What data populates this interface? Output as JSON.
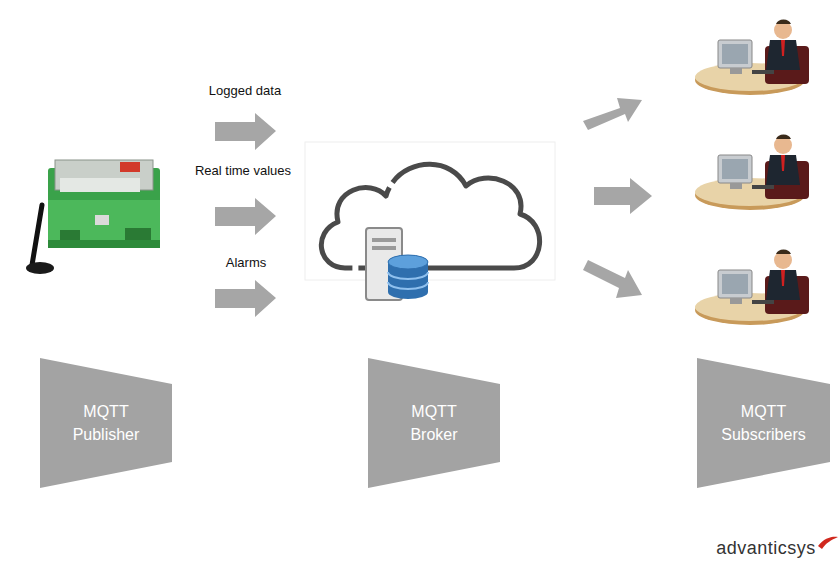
{
  "diagram": {
    "nodes": [
      {
        "text": [
          "MQTT Publisher"
        ]
      },
      {
        "text": [
          "MQTT Broker"
        ]
      },
      {
        "text": [
          "MQTT Subscribers"
        ]
      }
    ],
    "labels": [
      "Logged data",
      "Real time values",
      "Alarms",
      "advanticsys"
    ]
  }
}
